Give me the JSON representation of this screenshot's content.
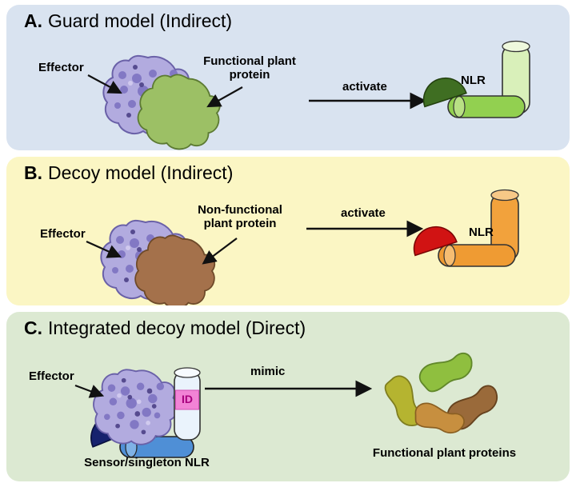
{
  "figure": {
    "effector_color": "#b2abdf",
    "panels": [
      {
        "letter": "A.",
        "title": "Guard model (Indirect)",
        "labels": {
          "effector": "Effector",
          "plant_protein": "Functional plant protein",
          "action": "activate",
          "nlr": "NLR"
        },
        "colors": {
          "background": "#d9e3f0",
          "plant_protein_blob": "#9cc065",
          "nlr_dark": "#3f6e22",
          "nlr_mid": "#92d050",
          "nlr_light": "#d9f0ba"
        }
      },
      {
        "letter": "B.",
        "title": "Decoy model (Indirect)",
        "labels": {
          "effector": "Effector",
          "plant_protein": "Non-functional plant protein",
          "action": "activate",
          "nlr": "NLR"
        },
        "colors": {
          "background": "#fbf6c4",
          "plant_protein_blob": "#a4714b",
          "nlr_dark": "#d11313",
          "nlr_mid": "#ef9b33",
          "nlr_light": "#f2a23c"
        }
      },
      {
        "letter": "C.",
        "title": "Integrated decoy model (Direct)",
        "labels": {
          "effector": "Effector",
          "id_domain": "ID",
          "action": "mimic",
          "sensor": "Sensor/singleton NLR",
          "plant_proteins": "Functional plant proteins"
        },
        "colors": {
          "background": "#dce9d2",
          "nlr_dark": "#16226e",
          "nlr_mid": "#4f8fd6",
          "id_segment": "#f283d6"
        }
      }
    ]
  }
}
